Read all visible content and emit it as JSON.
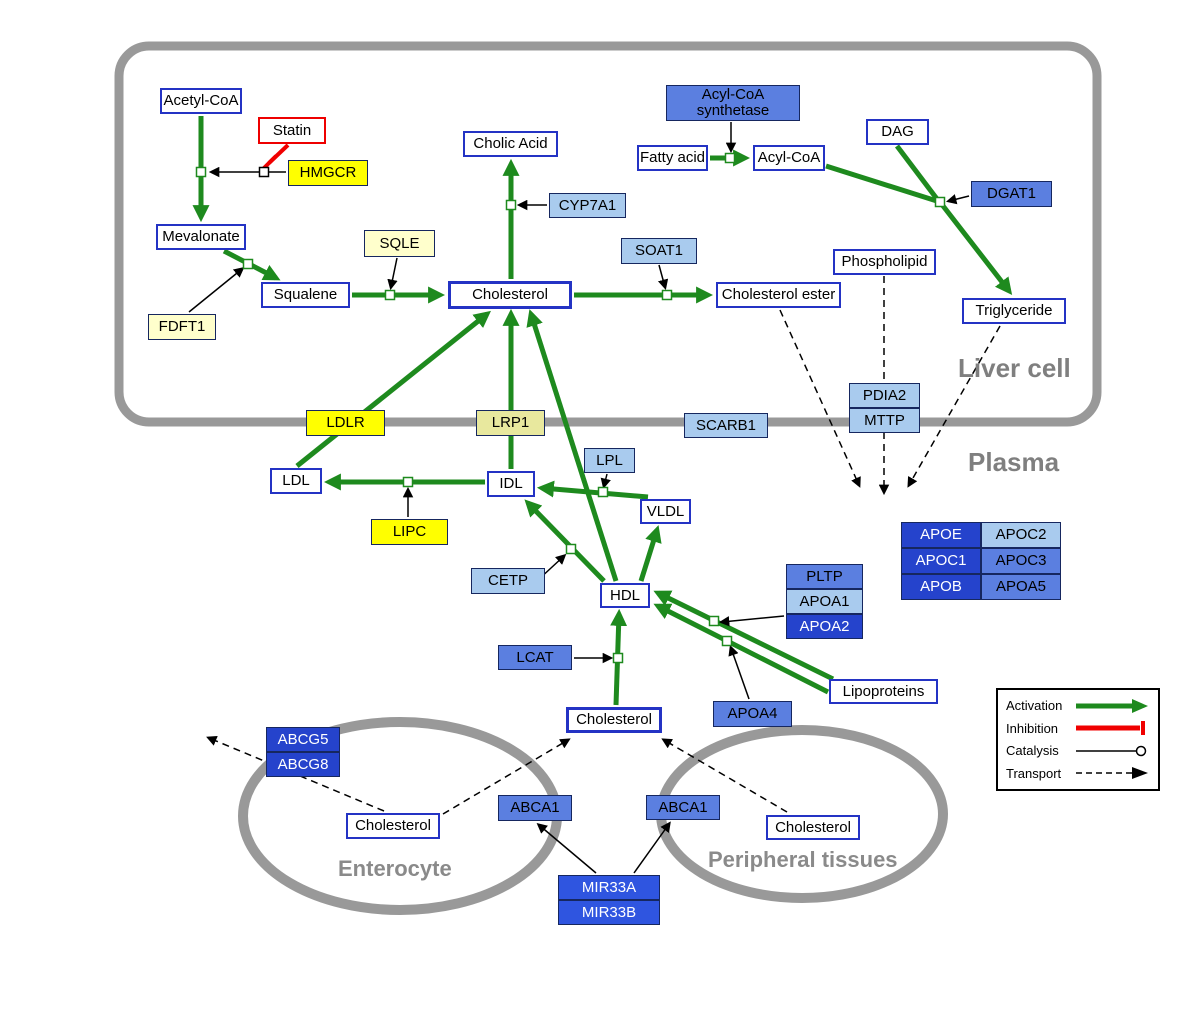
{
  "compartments": {
    "liver_cell": "Liver cell",
    "plasma": "Plasma",
    "enterocyte": "Enterocyte",
    "peripheral_tissues": "Peripheral tissues"
  },
  "nodes": {
    "acetyl_coa": "Acetyl-CoA",
    "statin": "Statin",
    "hmgcr": "HMGCR",
    "mevalonate": "Mevalonate",
    "sqle": "SQLE",
    "fdft1": "FDFT1",
    "squalene": "Squalene",
    "cholic_acid": "Cholic Acid",
    "cyp7a1": "CYP7A1",
    "cholesterol_liver": "Cholesterol",
    "soat1": "SOAT1",
    "cholesterol_ester": "Cholesterol ester",
    "acyl_coa_synthetase": "Acyl-CoA synthetase",
    "fatty_acid": "Fatty acid",
    "acyl_coa": "Acyl-CoA",
    "dag": "DAG",
    "dgat1": "DGAT1",
    "phospholipid": "Phospholipid",
    "triglyceride": "Triglyceride",
    "pdia2": "PDIA2",
    "mttp": "MTTP",
    "ldlr": "LDLR",
    "lrp1": "LRP1",
    "scarb1": "SCARB1",
    "ldl": "LDL",
    "idl": "IDL",
    "lpl": "LPL",
    "vldl": "VLDL",
    "lipc": "LIPC",
    "cetp": "CETP",
    "hdl": "HDL",
    "pltp": "PLTP",
    "apoa1": "APOA1",
    "apoa2": "APOA2",
    "lcat": "LCAT",
    "apoa4": "APOA4",
    "lipoproteins": "Lipoproteins",
    "cholesterol_plasma": "Cholesterol",
    "apoe": "APOE",
    "apoc2": "APOC2",
    "apoc1": "APOC1",
    "apoc3": "APOC3",
    "apob": "APOB",
    "apoa5": "APOA5",
    "abcg5": "ABCG5",
    "abcg8": "ABCG8",
    "cholesterol_enterocyte": "Cholesterol",
    "abca1_enterocyte": "ABCA1",
    "abca1_peripheral": "ABCA1",
    "cholesterol_peripheral": "Cholesterol",
    "mir33a": "MIR33A",
    "mir33b": "MIR33B"
  },
  "legend": {
    "activation": "Activation",
    "inhibition": "Inhibition",
    "catalysis": "Catalysis",
    "transport": "Transport"
  },
  "colors": {
    "activation_green": "#1e8a1e",
    "inhibition_red": "#f00000",
    "membrane_gray": "#999999",
    "metabolite_border_blue": "#2433c4",
    "yellow": "#ffff00",
    "pale_yellow": "#ffffcc",
    "light_blue": "#a9cbee",
    "medium_blue": "#5b7fe0",
    "dark_blue": "#2543cc"
  }
}
